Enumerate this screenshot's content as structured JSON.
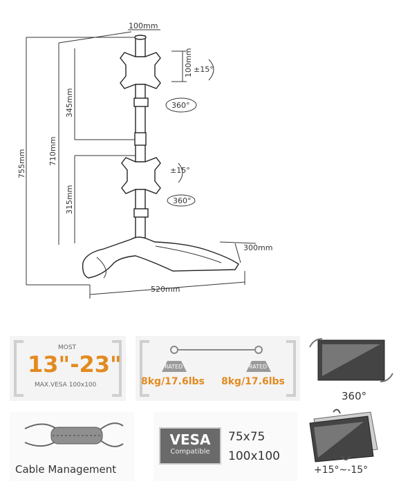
{
  "dimensions": {
    "top_width": "100mm",
    "vesa_height": "100mm",
    "tilt_top": "±15°",
    "rotate_top": "360°",
    "height_upper": "345mm",
    "pole_height": "710mm",
    "total_height": "755mm",
    "height_lower": "315mm",
    "tilt_bottom": "±15°",
    "rotate_bottom": "360°",
    "base_depth": "300mm",
    "base_width": "520mm"
  },
  "screen_size": {
    "most": "MOST",
    "range": "13\"-23\"",
    "max_vesa": "MAX.VESA 100x100"
  },
  "load": {
    "rated_left": "RATED",
    "weight_left": "8kg/17.6lbs",
    "rated_right": "RATED",
    "weight_right": "8kg/17.6lbs"
  },
  "rotation_label": "360°",
  "cable_label": "Cable Management",
  "vesa": {
    "title": "VESA",
    "subtitle": "Compatible",
    "size1": "75x75",
    "size2": "100x100"
  },
  "tilt_label": "+15°~-15°",
  "colors": {
    "accent": "#e38a1f",
    "panel": "#f4f4f4"
  }
}
